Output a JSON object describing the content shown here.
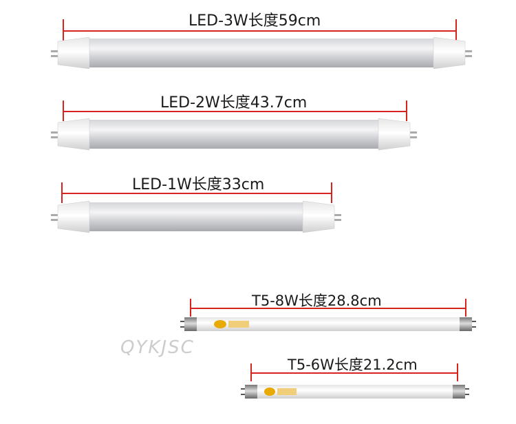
{
  "lamps": [
    {
      "label": "LED-3W长度59cm"
    },
    {
      "label": "LED-2W长度43.7cm"
    },
    {
      "label": "LED-1W长度33cm"
    },
    {
      "label": "T5-8W长度28.8cm"
    },
    {
      "label": "T5-6W长度21.2cm"
    }
  ],
  "watermark": "QYKJSC",
  "colors": {
    "dimension_line": "#d6231e",
    "background": "#ffffff"
  }
}
